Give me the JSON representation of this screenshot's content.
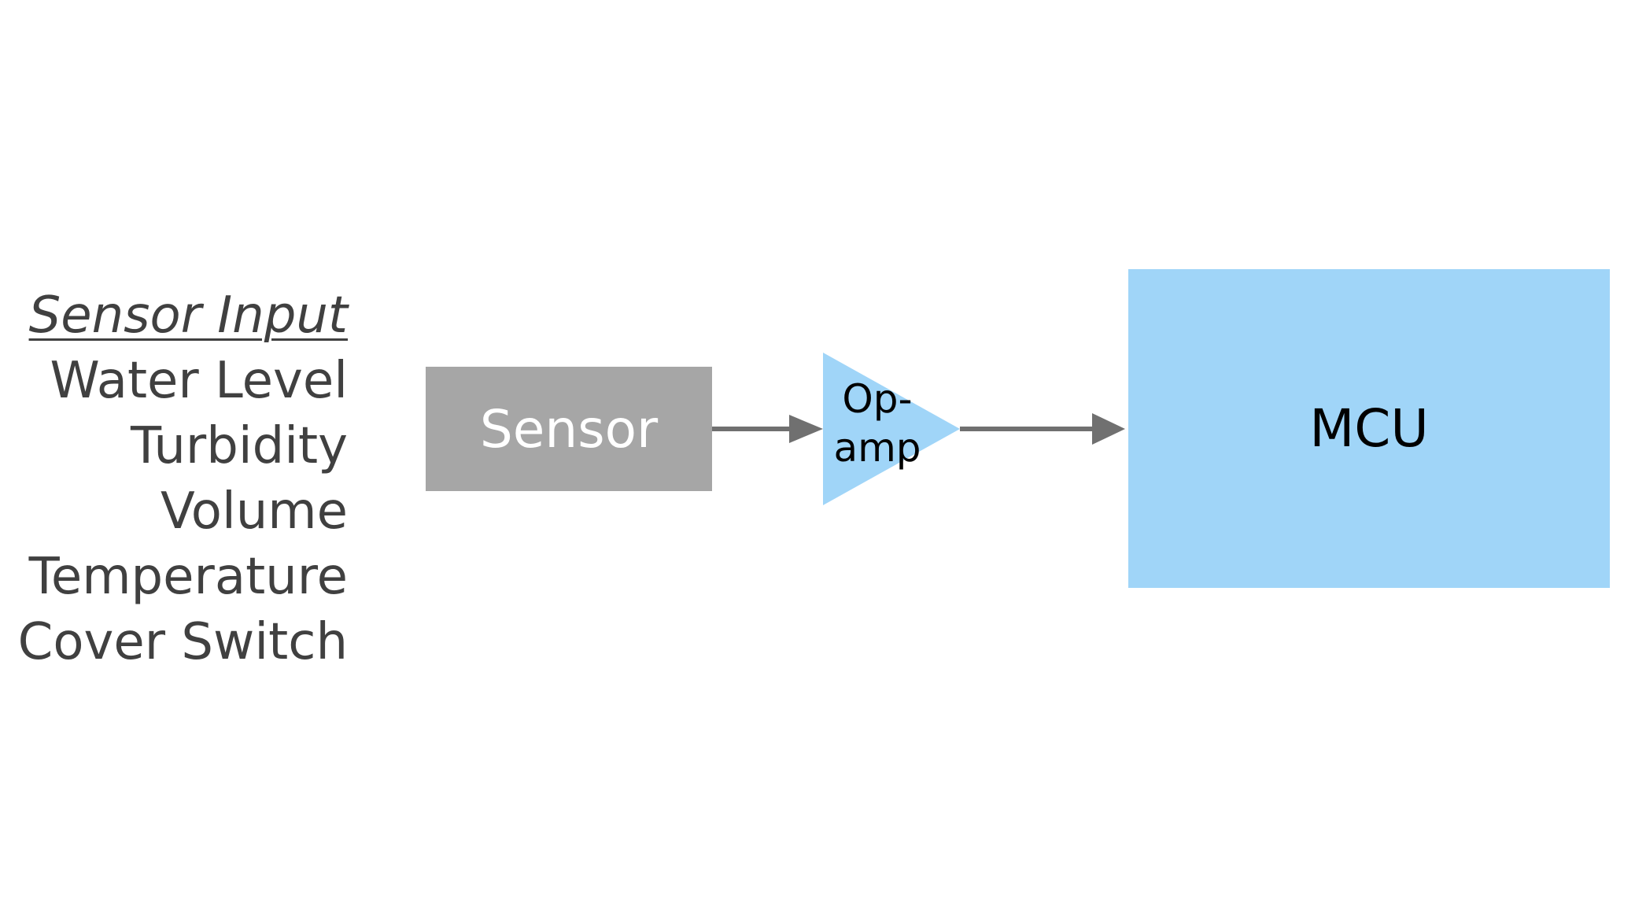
{
  "sensor_inputs": {
    "heading": "Sensor Input",
    "items": [
      "Water Level",
      "Turbidity",
      "Volume",
      "Temperature",
      "Cover Switch"
    ]
  },
  "blocks": {
    "sensor": "Sensor",
    "opamp_line1": "Op-",
    "opamp_line2": "amp",
    "mcu": "MCU"
  },
  "colors": {
    "sensor_fill": "#a6a6a6",
    "opamp_fill": "#a0d5f8",
    "mcu_fill": "#a0d5f8",
    "arrow": "#707070",
    "list_text": "#404040"
  }
}
